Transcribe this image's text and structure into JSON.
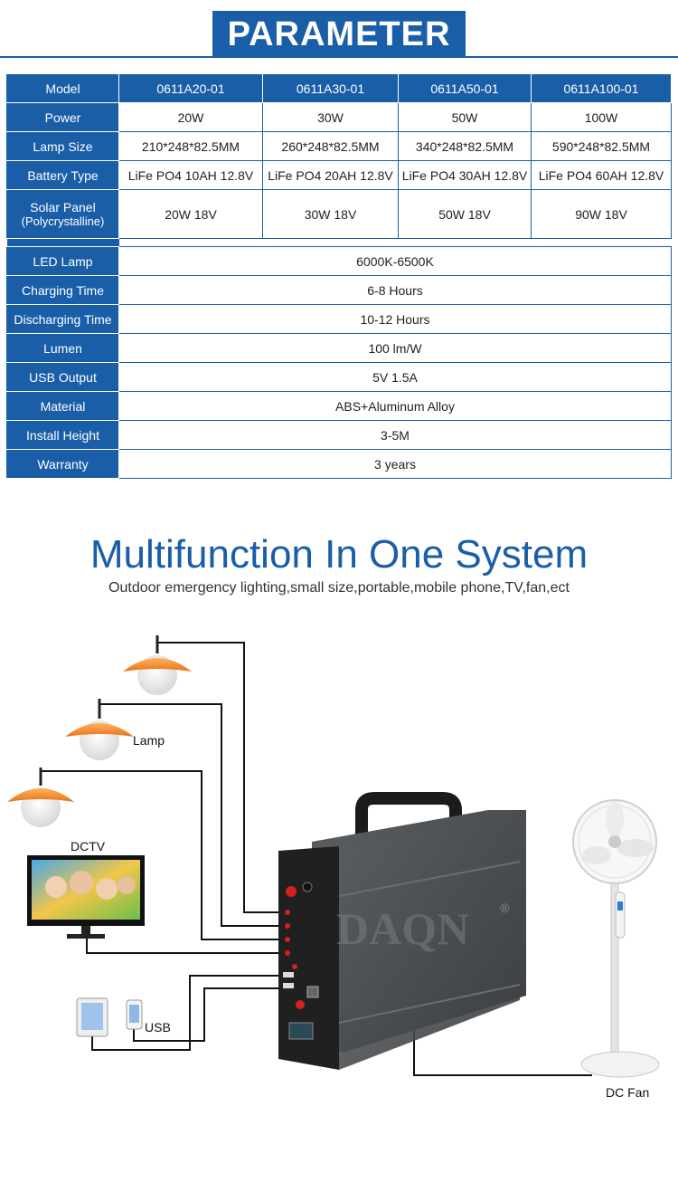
{
  "header": {
    "title": "PARAMETER"
  },
  "table": {
    "models_label": "Model",
    "models": [
      "0611A20-01",
      "0611A30-01",
      "0611A50-01",
      "0611A100-01"
    ],
    "rows": [
      {
        "label": "Power",
        "values": [
          "20W",
          "30W",
          "50W",
          "100W"
        ]
      },
      {
        "label": "Lamp Size",
        "values": [
          "210*248*82.5MM",
          "260*248*82.5MM",
          "340*248*82.5MM",
          "590*248*82.5MM"
        ]
      },
      {
        "label": "Battery Type",
        "values": [
          "LiFe PO4 10AH 12.8V",
          "LiFe PO4 20AH 12.8V",
          "LiFe PO4 30AH 12.8V",
          "LiFe PO4 60AH 12.8V"
        ]
      }
    ],
    "solar": {
      "label": "Solar Panel",
      "label_sub": "(Polycrystalline)",
      "values": [
        "20W 18V",
        "30W 18V",
        "50W 18V",
        "90W 18V"
      ]
    },
    "common": [
      {
        "label": "LED Lamp",
        "value": "6000K-6500K"
      },
      {
        "label": "Charging Time",
        "value": "6-8 Hours"
      },
      {
        "label": "Discharging Time",
        "value": "10-12 Hours"
      },
      {
        "label": "Lumen",
        "value": "100 lm/W"
      },
      {
        "label": "USB Output",
        "value": "5V 1.5A"
      },
      {
        "label": "Material",
        "value": "ABS+Aluminum Alloy"
      },
      {
        "label": "Install Height",
        "value": "3-5M"
      },
      {
        "label": "Warranty",
        "value": "3 years"
      }
    ]
  },
  "section2": {
    "title": "Multifunction In One System",
    "subtitle": "Outdoor emergency lighting,small size,portable,mobile phone,TV,fan,ect"
  },
  "diagram": {
    "lamp_label": "Lamp",
    "tv_label": "DCTV",
    "usb_label": "USB",
    "fan_label": "DC Fan",
    "brand": "DAQN",
    "registered": "®",
    "colors": {
      "accent": "#1a5ea8",
      "lamp_shade": "#f08a24",
      "case": "#4a4d4f"
    }
  }
}
